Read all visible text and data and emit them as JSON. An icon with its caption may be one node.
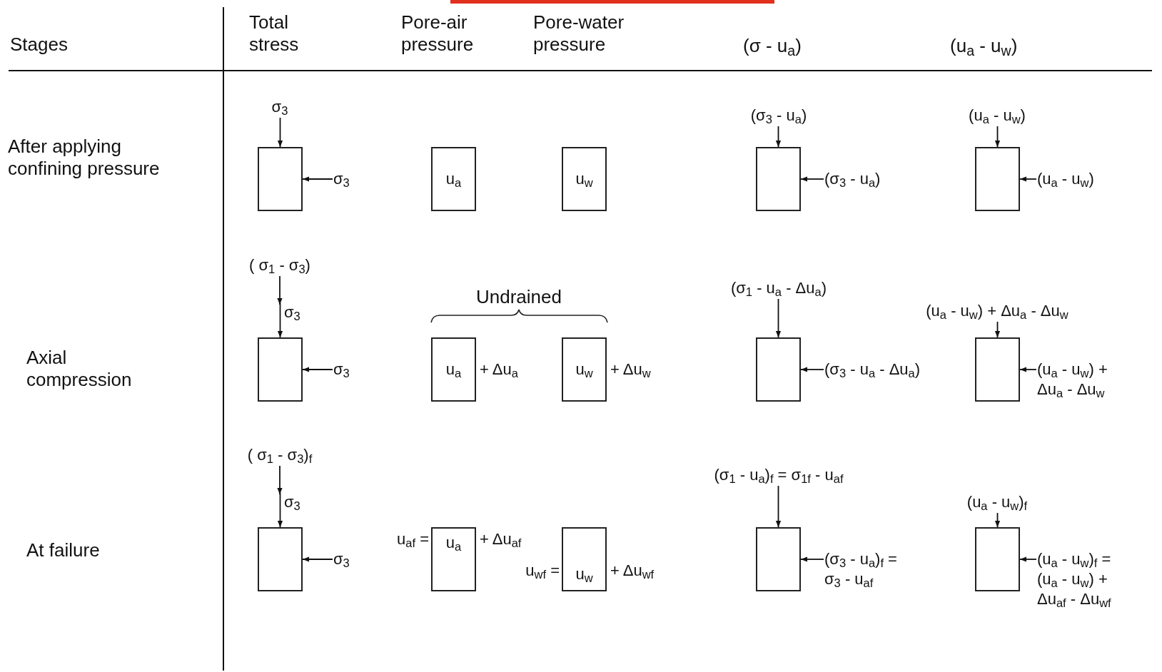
{
  "diagram": {
    "nodes": [
      {
        "text": [
          "σ$_{3}$"
        ]
      },
      {
        "text": [],
        "shape": "box"
      },
      {
        "text": [
          "σ$_{3}$"
        ]
      },
      {
        "text": [
          "u$_{a}$"
        ]
      },
      {
        "text": [
          "u$_{w}$"
        ]
      },
      {
        "text": [
          "(σ$_{3}$ - u$_{a}$)"
        ]
      },
      {
        "text": [],
        "shape": "box"
      },
      {
        "text": [
          "(σ$_{3}$ - u$_{a}$)"
        ]
      },
      {
        "text": [
          "(u$_{a}$ - u$_{w}$)"
        ]
      },
      {
        "text": [],
        "shape": "box"
      },
      {
        "text": [
          "(u$_{a}$ - u$_{w}$)"
        ]
      },
      {
        "text": [
          "( σ$_{1}$ - σ$_{3}$)"
        ]
      },
      {
        "text": [
          "σ$_{3}$"
        ]
      },
      {
        "text": [],
        "shape": "box"
      },
      {
        "text": [
          "σ$_{3}$"
        ]
      },
      {
        "text": [
          "u$_{a}$"
        ],
        "beside": [
          "+ Δu$_{a}$"
        ]
      },
      {
        "text": [
          "u$_{w}$"
        ],
        "beside": [
          "+ Δu$_{w}$"
        ]
      },
      {
        "text": [
          "(σ$_{1}$ - u$_{a}$ - Δu$_{a}$)"
        ]
      },
      {
        "text": [],
        "shape": "box"
      },
      {
        "text": [
          "(σ$_{3}$ - u$_{a}$ - Δu$_{a}$)"
        ]
      },
      {
        "text": [
          "(u$_{a}$ - u$_{w}$) + Δu$_{a}$ - Δu$_{w}$"
        ]
      },
      {
        "text": [],
        "shape": "box"
      },
      {
        "text": [
          "(u$_{a}$ - u$_{w}$) + Δu$_{a}$ - Δu$_{w}$"
        ]
      },
      {
        "text": [
          "( σ$_{1}$ - σ$_{3}$)$_{f}$"
        ]
      },
      {
        "text": [
          "σ$_{3}$"
        ]
      },
      {
        "text": [],
        "shape": "box"
      },
      {
        "text": [
          "σ$_{3}$"
        ]
      },
      {
        "text": [
          "u$_{a}$"
        ],
        "beside": [
          "u$_{af}$ =",
          "+ Δu$_{af}$"
        ]
      },
      {
        "text": [
          "u$_{w}$"
        ],
        "beside": [
          "u$_{wf}$ =",
          "+ Δu$_{wf}$"
        ]
      },
      {
        "text": [
          "(σ$_{1}$ - u$_{a}$)$_{f}$ = σ$_{1f}$ - u$_{af}$"
        ]
      },
      {
        "text": [],
        "shape": "box"
      },
      {
        "text": [
          "(σ$_{3}$ - u$_{a}$)$_{f}$ = σ$_{3}$ - u$_{af}$"
        ]
      },
      {
        "text": [
          "(u$_{a}$ - u$_{w}$)$_{f}$"
        ]
      },
      {
        "text": [],
        "shape": "box"
      },
      {
        "text": [
          "(u$_{a}$ - u$_{w}$)$_{f}$ = (u$_{a}$ - u$_{w}$) + Δu$_{af}$ - Δu$_{wf}$"
        ]
      }
    ],
    "edges": [
      {
        "from": 0,
        "to": 1,
        "arrow": "to"
      },
      {
        "from": 2,
        "to": 1,
        "arrow": "to"
      },
      {
        "from": 5,
        "to": 6,
        "arrow": "to"
      },
      {
        "from": 7,
        "to": 6,
        "arrow": "to"
      },
      {
        "from": 8,
        "to": 9,
        "arrow": "to"
      },
      {
        "from": 10,
        "to": 9,
        "arrow": "to"
      },
      {
        "from": 11,
        "to": 12,
        "arrow": "to"
      },
      {
        "from": 12,
        "to": 13,
        "arrow": "to"
      },
      {
        "from": 14,
        "to": 13,
        "arrow": "to"
      },
      {
        "from": 17,
        "to": 18,
        "arrow": "to"
      },
      {
        "from": 19,
        "to": 18,
        "arrow": "to"
      },
      {
        "from": 20,
        "to": 21,
        "arrow": "to"
      },
      {
        "from": 22,
        "to": 21,
        "arrow": "to"
      },
      {
        "from": 23,
        "to": 24,
        "arrow": "to"
      },
      {
        "from": 24,
        "to": 25,
        "arrow": "to"
      },
      {
        "from": 26,
        "to": 25,
        "arrow": "to"
      },
      {
        "from": 29,
        "to": 30,
        "arrow": "to"
      },
      {
        "from": 31,
        "to": 30,
        "arrow": "to"
      },
      {
        "from": 32,
        "to": 33,
        "arrow": "to"
      },
      {
        "from": 34,
        "to": 33,
        "arrow": "to"
      }
    ],
    "labels": [
      "Stages",
      "Total stress",
      "Pore-air pressure",
      "Pore-water pressure",
      "(σ - u$_{a}$)",
      "(u$_{a}$ - u$_{w}$)",
      "After applying confining pressure",
      "Undrained",
      "Axial compression",
      "At failure"
    ]
  }
}
